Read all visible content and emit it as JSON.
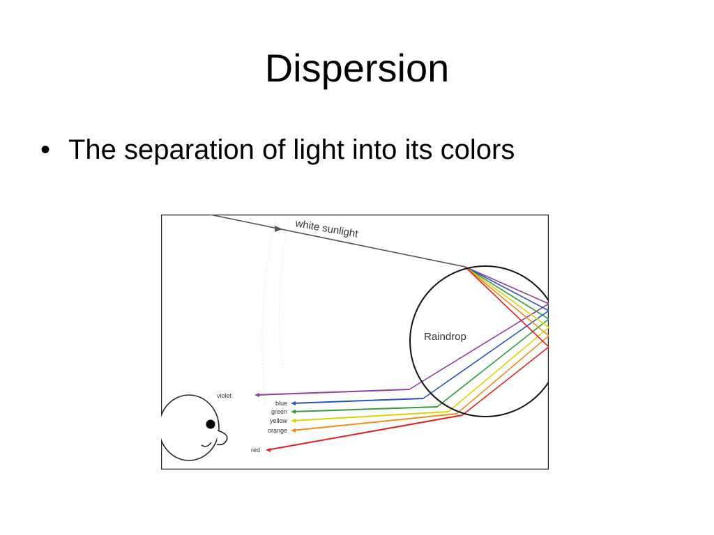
{
  "slide": {
    "title": "Dispersion",
    "bullet_symbol": "•",
    "bullet_text": "The separation of light into its colors"
  },
  "figure": {
    "sunlight_label": "white sunlight",
    "drop_label": "Raindrop",
    "colors": [
      {
        "name": "violet",
        "color": "#8e3fa0"
      },
      {
        "name": "blue",
        "color": "#2a52be"
      },
      {
        "name": "green",
        "color": "#2e9b3f"
      },
      {
        "name": "yellow",
        "color": "#d8d400"
      },
      {
        "name": "orange",
        "color": "#f08a1c"
      },
      {
        "name": "red",
        "color": "#dd2020"
      }
    ]
  }
}
